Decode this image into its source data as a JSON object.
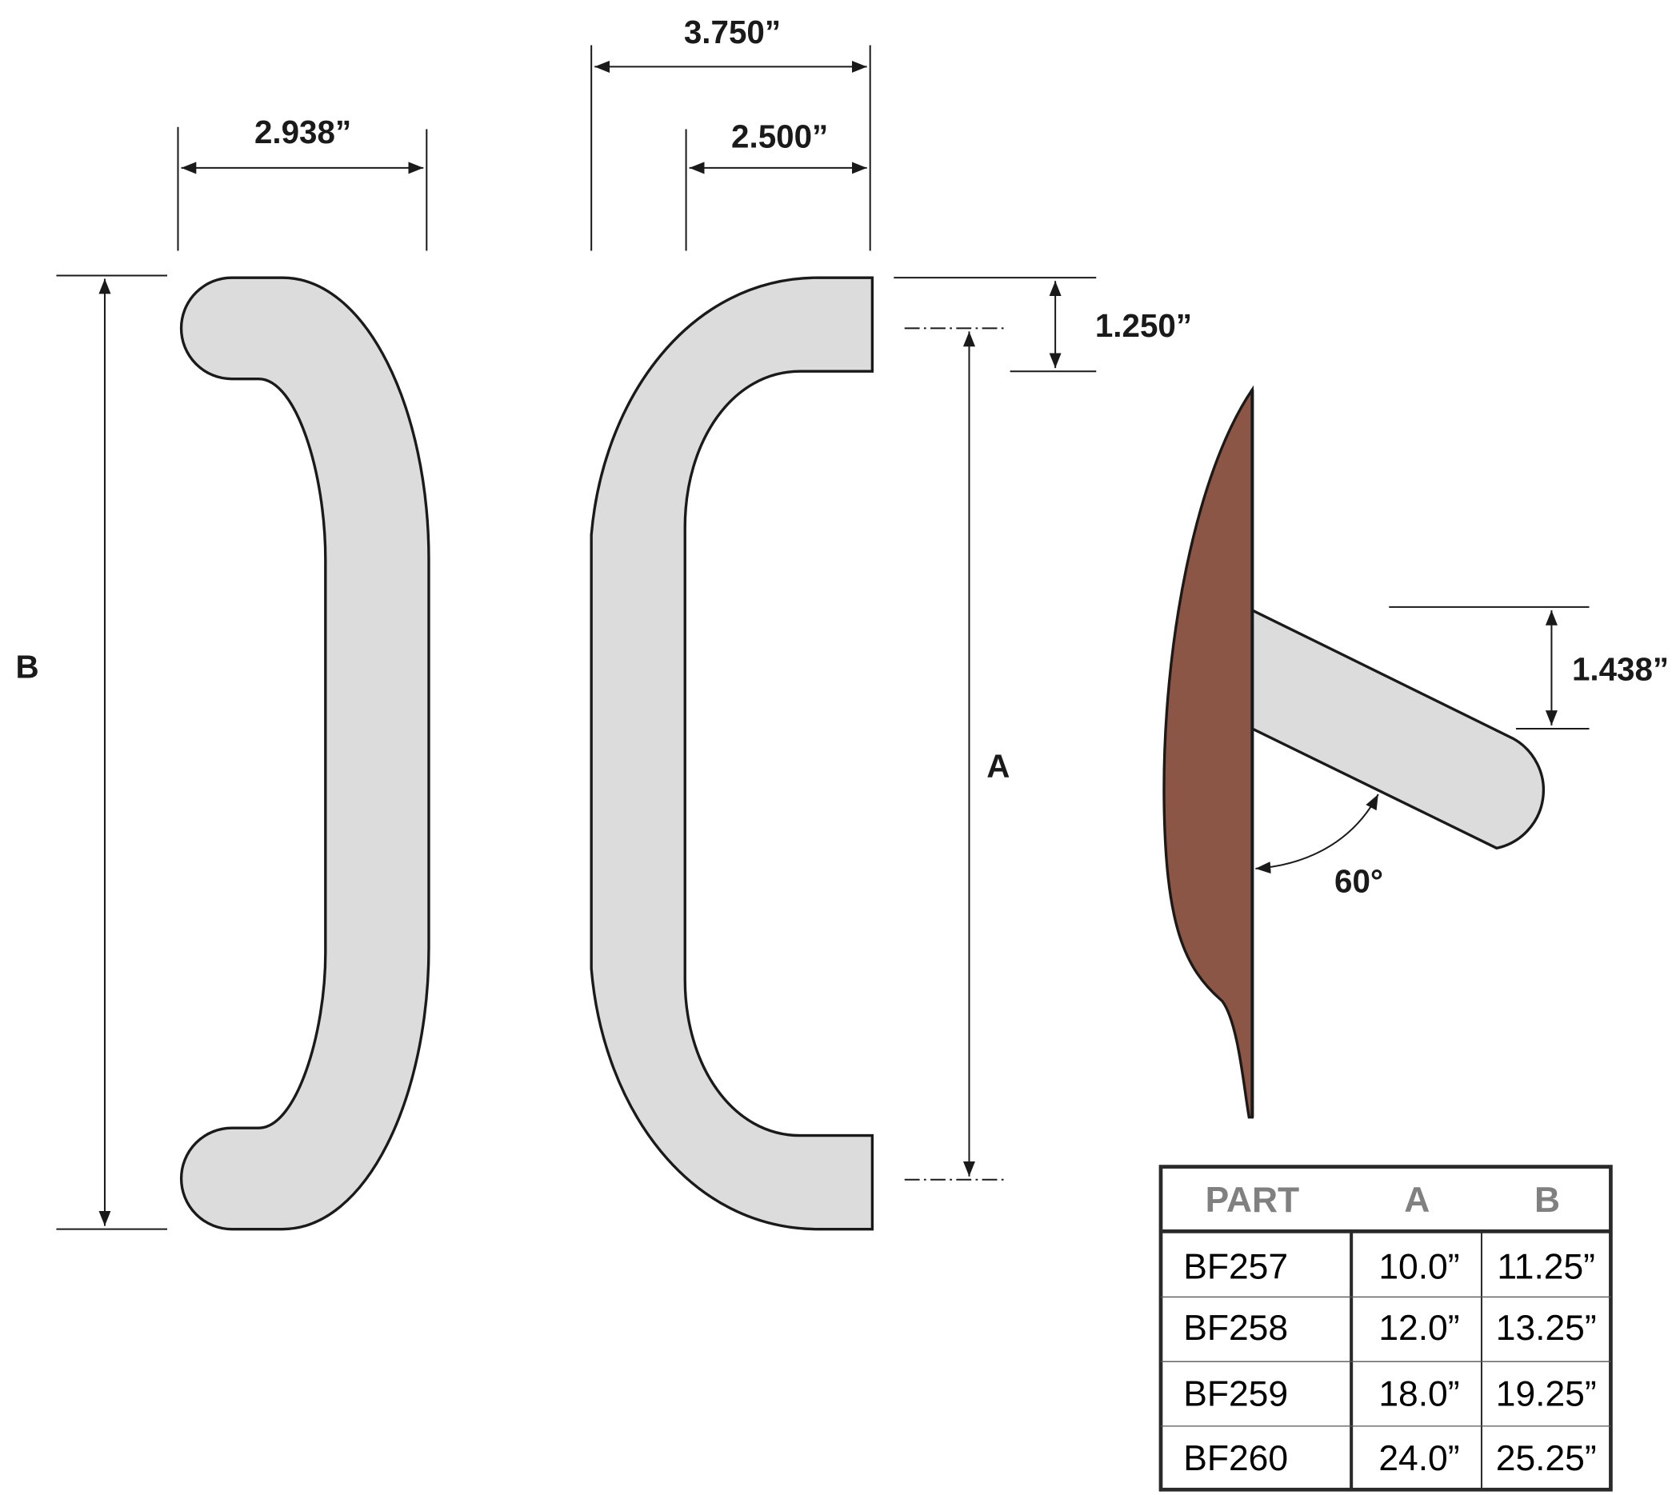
{
  "dimensions": {
    "width_outer": "2.938”",
    "projection": "3.750”",
    "clearance": "2.500”",
    "standoff": "1.250”",
    "length_b": "B",
    "centers_a": "A",
    "rod_height": "1.438”",
    "angle": "60°"
  },
  "colors": {
    "handle_fill": "#dcdcdc",
    "door_fill": "#8b5646",
    "outline": "#1a1a1a",
    "header_text": "#808080"
  },
  "table": {
    "headers": [
      "PART",
      "A",
      "B"
    ],
    "rows": [
      {
        "part": "BF257",
        "a": "10.0”",
        "b": "11.25”"
      },
      {
        "part": "BF258",
        "a": "12.0”",
        "b": "13.25”"
      },
      {
        "part": "BF259",
        "a": "18.0”",
        "b": "19.25”"
      },
      {
        "part": "BF260",
        "a": "24.0”",
        "b": "25.25”"
      }
    ]
  }
}
